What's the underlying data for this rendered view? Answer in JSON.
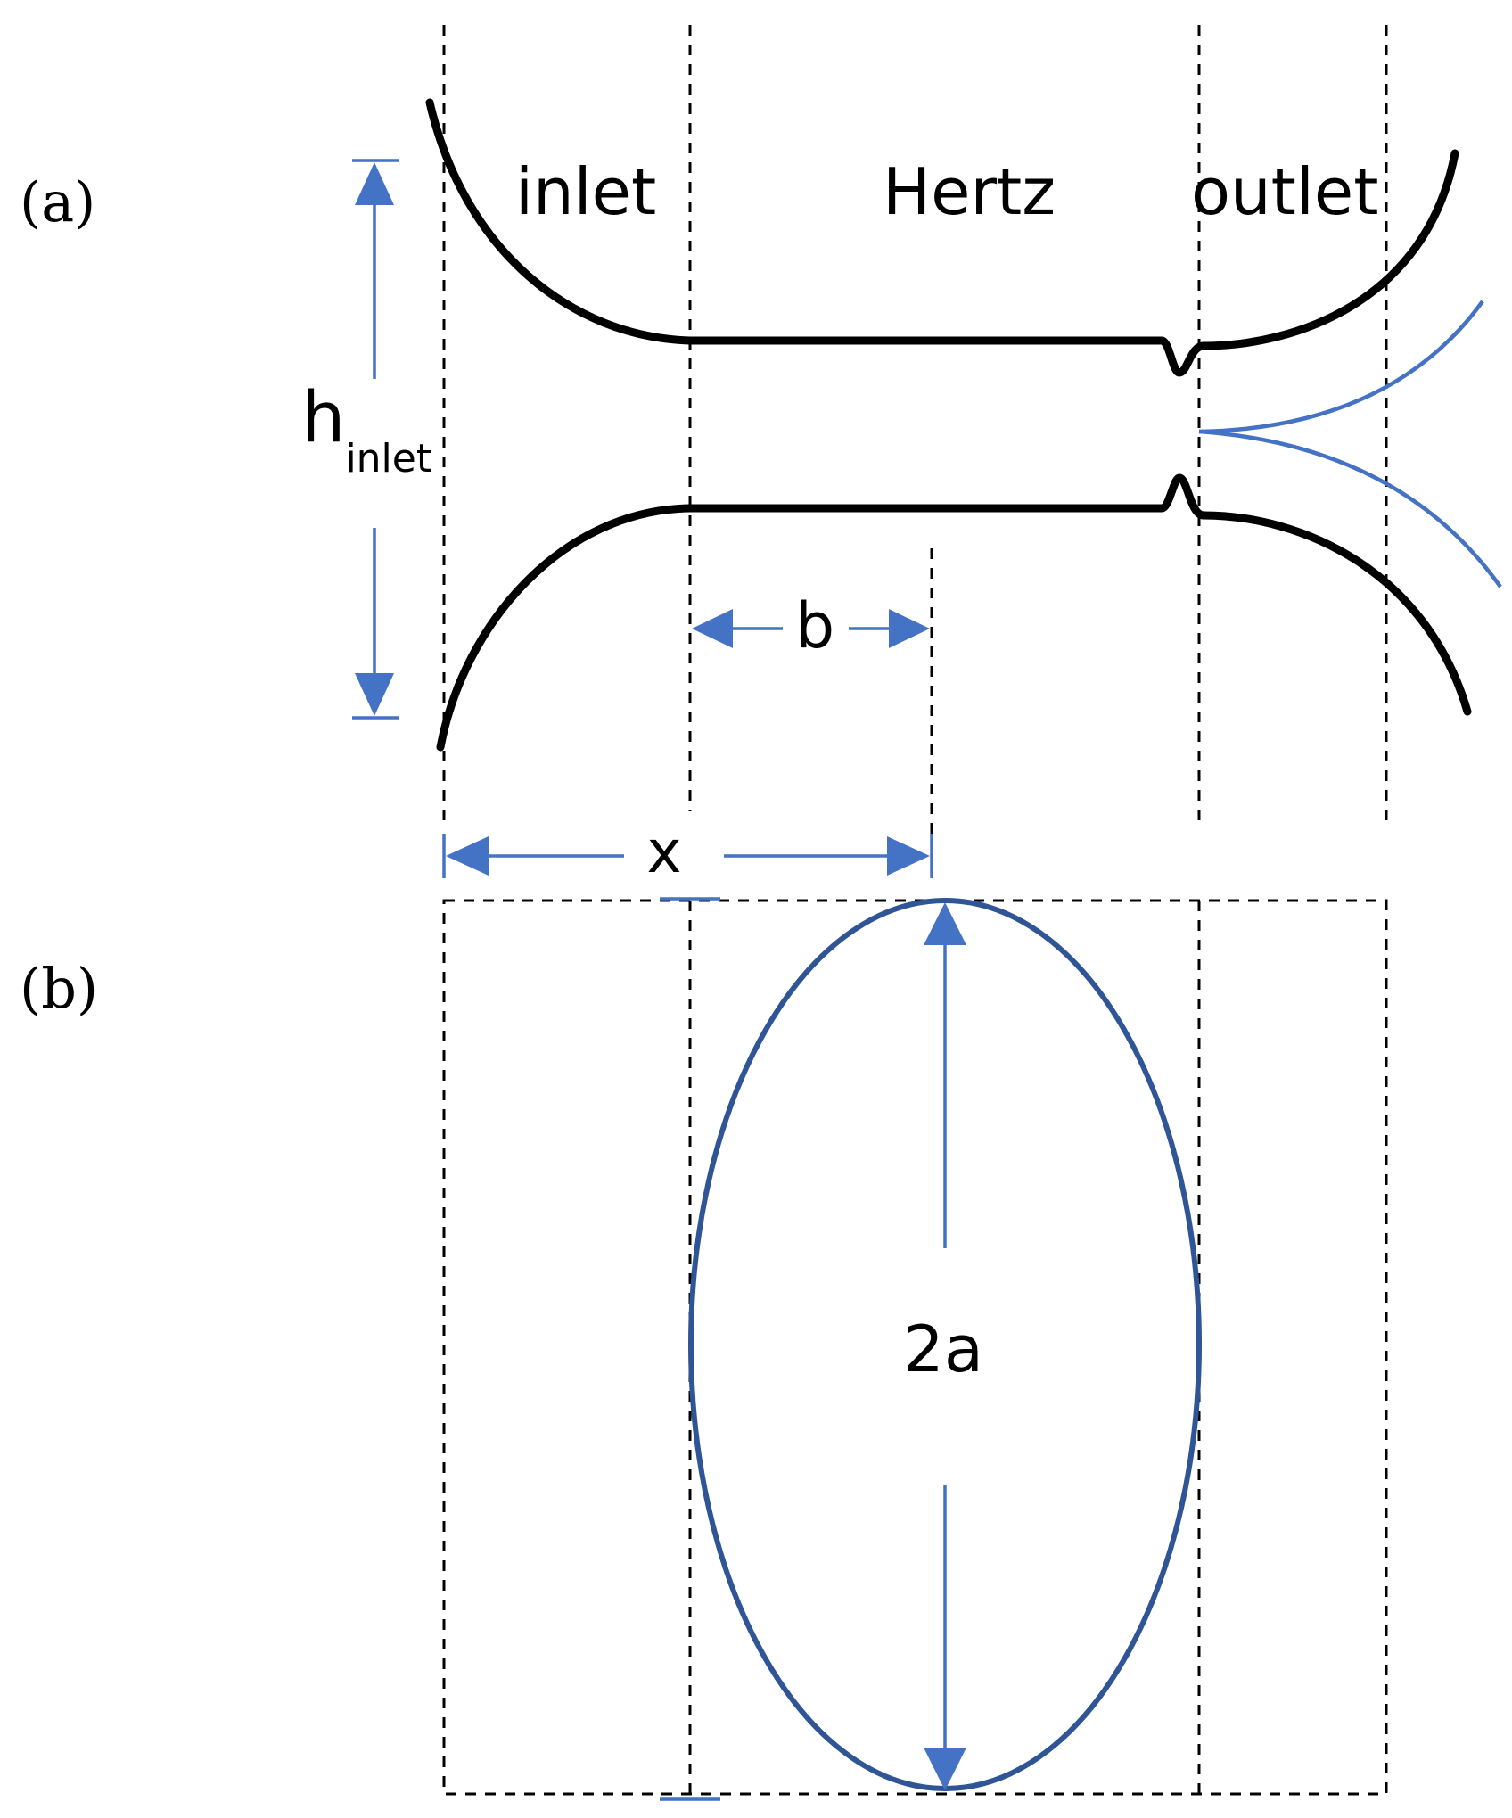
{
  "panels": {
    "a_label": "(a)",
    "b_label": "(b)"
  },
  "regions": {
    "inlet": "inlet",
    "hertz": "Hertz",
    "outlet": "outlet"
  },
  "dimensions": {
    "h_main": "h",
    "h_sub": "inlet",
    "b": "b",
    "x": "x",
    "two_a": "2a"
  },
  "colors": {
    "dimension_blue": "#4472C4",
    "contact_ellipse": "#2F5597",
    "surface": "#000000"
  }
}
